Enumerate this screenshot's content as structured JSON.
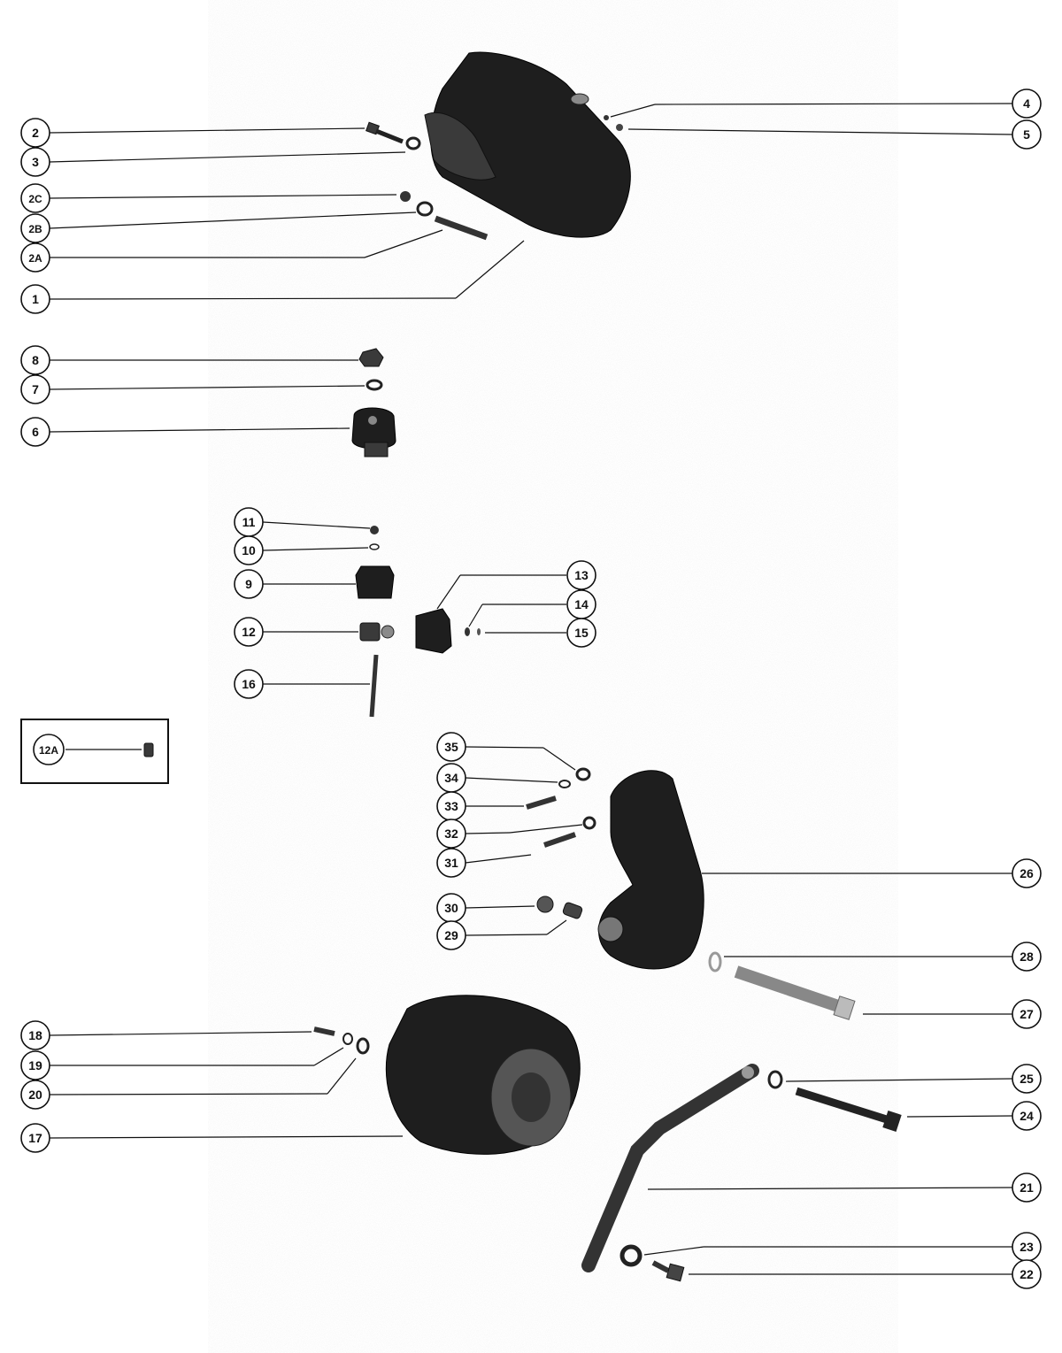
{
  "callouts": {
    "c1": "1",
    "c2": "2",
    "c2a": "2A",
    "c2b": "2B",
    "c2c": "2C",
    "c3": "3",
    "c4": "4",
    "c5": "5",
    "c6": "6",
    "c7": "7",
    "c8": "8",
    "c9": "9",
    "c10": "10",
    "c11": "11",
    "c12": "12",
    "c12a": "12A",
    "c13": "13",
    "c14": "14",
    "c15": "15",
    "c16": "16",
    "c17": "17",
    "c18": "18",
    "c19": "19",
    "c20": "20",
    "c21": "21",
    "c22": "22",
    "c23": "23",
    "c24": "24",
    "c25": "25",
    "c26": "26",
    "c27": "27",
    "c28": "28",
    "c29": "29",
    "c30": "30",
    "c31": "31",
    "c32": "32",
    "c33": "33",
    "c34": "34",
    "c35": "35"
  }
}
